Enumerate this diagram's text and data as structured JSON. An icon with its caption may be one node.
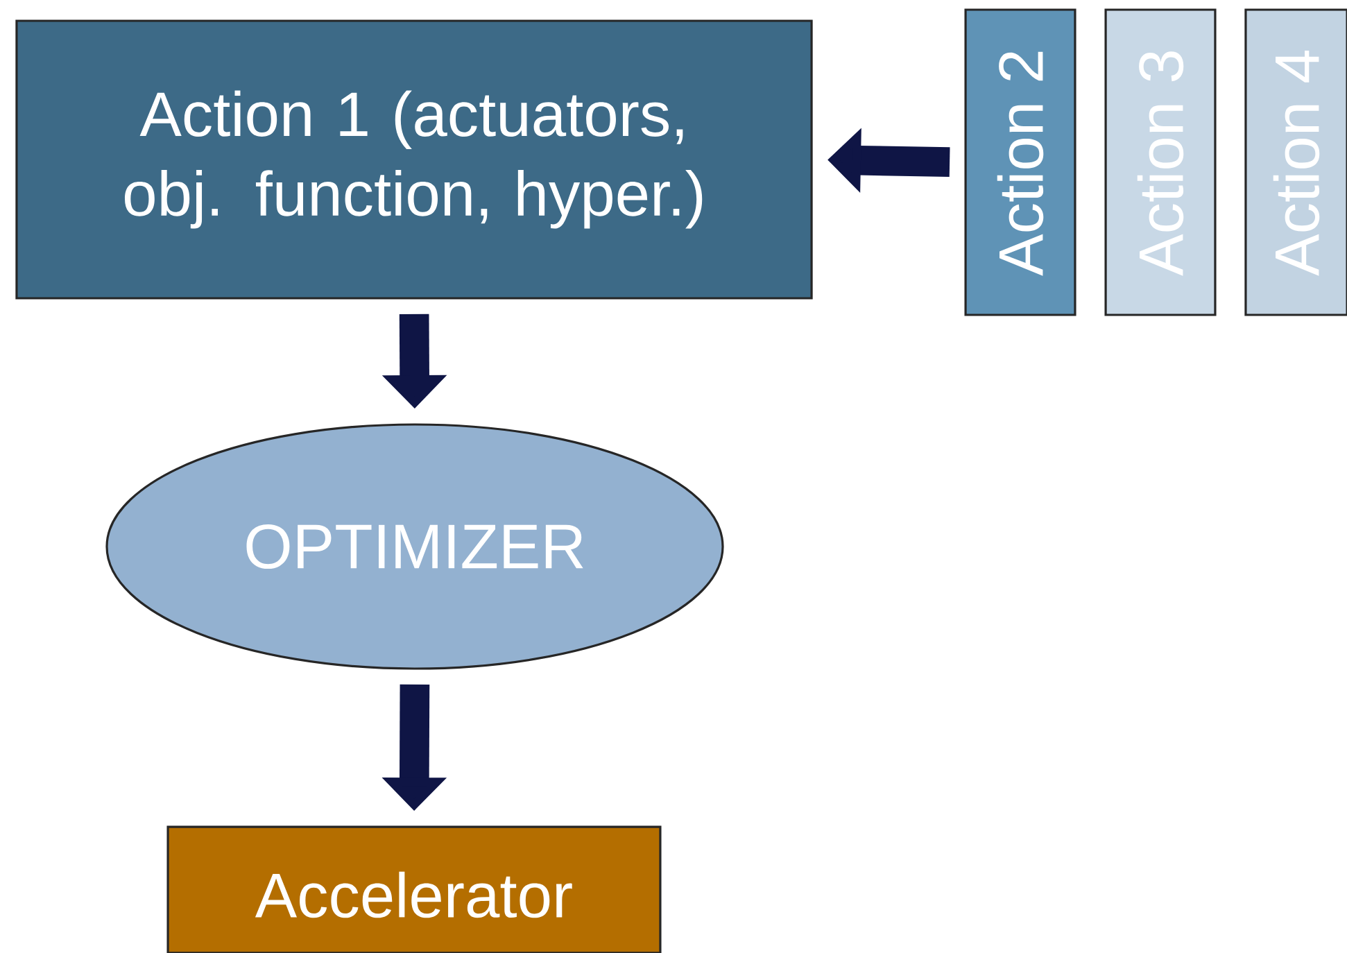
{
  "diagram": {
    "nodes": [
      {
        "text": [
          "Action 1 (actuators, obj. function, hyper.)"
        ]
      },
      {
        "text": [
          "Action 2"
        ]
      },
      {
        "text": [
          "Action 3"
        ]
      },
      {
        "text": [
          "Action 4"
        ]
      },
      {
        "text": [
          "OPTIMIZER"
        ]
      },
      {
        "text": [
          "Accelerator"
        ]
      }
    ],
    "edges": [
      {
        "from": 1,
        "to": 0,
        "arrow": "to"
      },
      {
        "from": 0,
        "to": 4,
        "arrow": "to"
      },
      {
        "from": 4,
        "to": 5,
        "arrow": "to"
      }
    ]
  }
}
